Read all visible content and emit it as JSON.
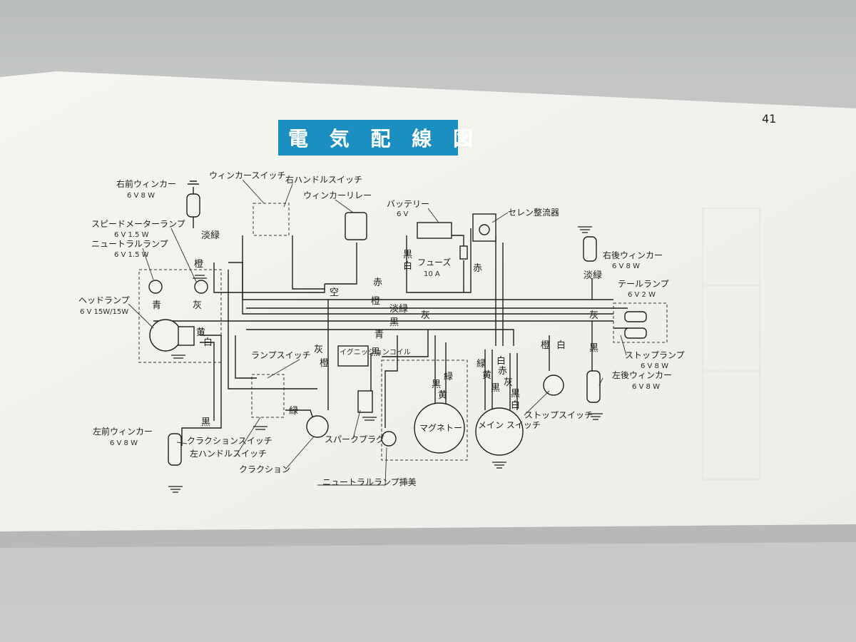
{
  "page": {
    "number": "41",
    "title": "電 気 配 線 図"
  },
  "colors": {
    "title_bg": "#1b8fc2",
    "paper": "#f3f3ee",
    "ink": "#1f1f1f"
  },
  "components": {
    "front_right_winker": "右前ウィンカー",
    "front_right_winker_spec": "6 V 8 W",
    "winker_switch": "ウィンカースイッチ",
    "right_handle_switch": "右ハンドルスイッチ",
    "winker_relay": "ウィンカーリレー",
    "battery": "バッテリー",
    "battery_spec": "6 V",
    "selenium_rectifier": "セレン整流器",
    "speedometer_lamp": "スピードメーターランプ",
    "speedometer_lamp_spec": "6 V 1.5 W",
    "neutral_lamp": "ニュートラルランプ",
    "neutral_lamp_spec": "6 V 1.5 W",
    "fuse": "フューズ",
    "fuse_spec": "10 A",
    "rear_right_winker": "右後ウィンカー",
    "rear_right_winker_spec": "6 V 8 W",
    "tail_lamp": "テールランプ",
    "tail_lamp_spec": "6 V 2 W",
    "headlamp": "ヘッドランプ",
    "headlamp_spec": "6 V 15W/15W",
    "lamp_switch": "ランプスイッチ",
    "ignition_coil": "イグニッションコイル",
    "stop_lamp": "ストップランプ",
    "stop_lamp_spec": "6 V 8 W",
    "rear_left_winker": "左後ウィンカー",
    "rear_left_winker_spec": "6 V 8 W",
    "magneto": "マグネトー",
    "main_switch": "メイン スイッチ",
    "stop_switch": "ストップスイッチ",
    "front_left_winker": "左前ウィンカー",
    "front_left_winker_spec": "6 V 8 W",
    "horn_switch": "クラクションスイッチ",
    "left_handle_switch": "左ハンドルスイッチ",
    "horn": "クラクション",
    "spark_plug": "スパークプラグ",
    "neutral_lamp_plug": "ニュートラルランプ挿美"
  },
  "wire_colors": {
    "light_green": "淡緑",
    "orange": "橙",
    "blue": "青",
    "gray": "灰",
    "black": "黒",
    "white": "白",
    "yellow": "黄",
    "green": "緑",
    "red": "赤",
    "sky": "空"
  }
}
